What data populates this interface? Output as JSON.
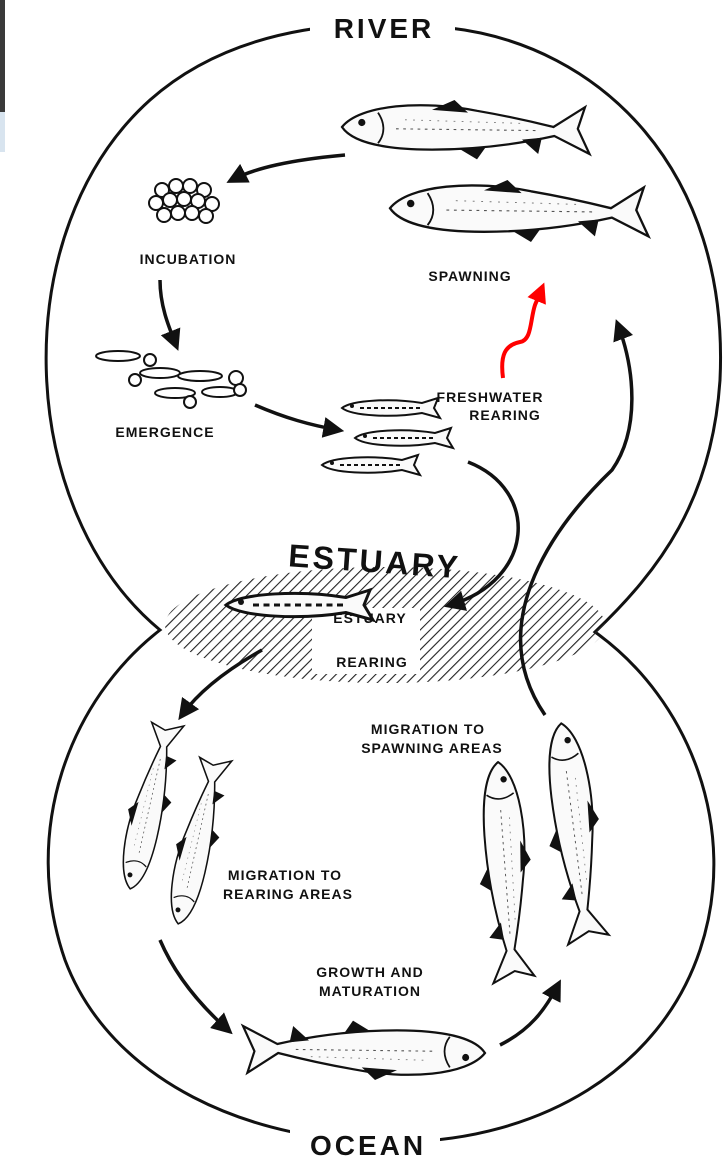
{
  "diagram": {
    "regions": {
      "river": "RIVER",
      "estuary": "ESTUARY",
      "ocean": "OCEAN"
    },
    "stages": {
      "incubation": "INCUBATION",
      "spawning": "SPAWNING",
      "emergence": "EMERGENCE",
      "freshwater_rearing_1": "FRESHWATER",
      "freshwater_rearing_2": "REARING",
      "estuary_rearing_1": "ESTUARY",
      "estuary_rearing_2": "REARING",
      "migration_spawning_1": "MIGRATION TO",
      "migration_spawning_2": "SPAWNING AREAS",
      "migration_rearing_1": "MIGRATION TO",
      "migration_rearing_2": "REARING AREAS",
      "growth_1": "GROWTH AND",
      "growth_2": "MATURATION"
    },
    "colors": {
      "ink": "#111111",
      "highlight_arrow": "#ff0000"
    }
  }
}
